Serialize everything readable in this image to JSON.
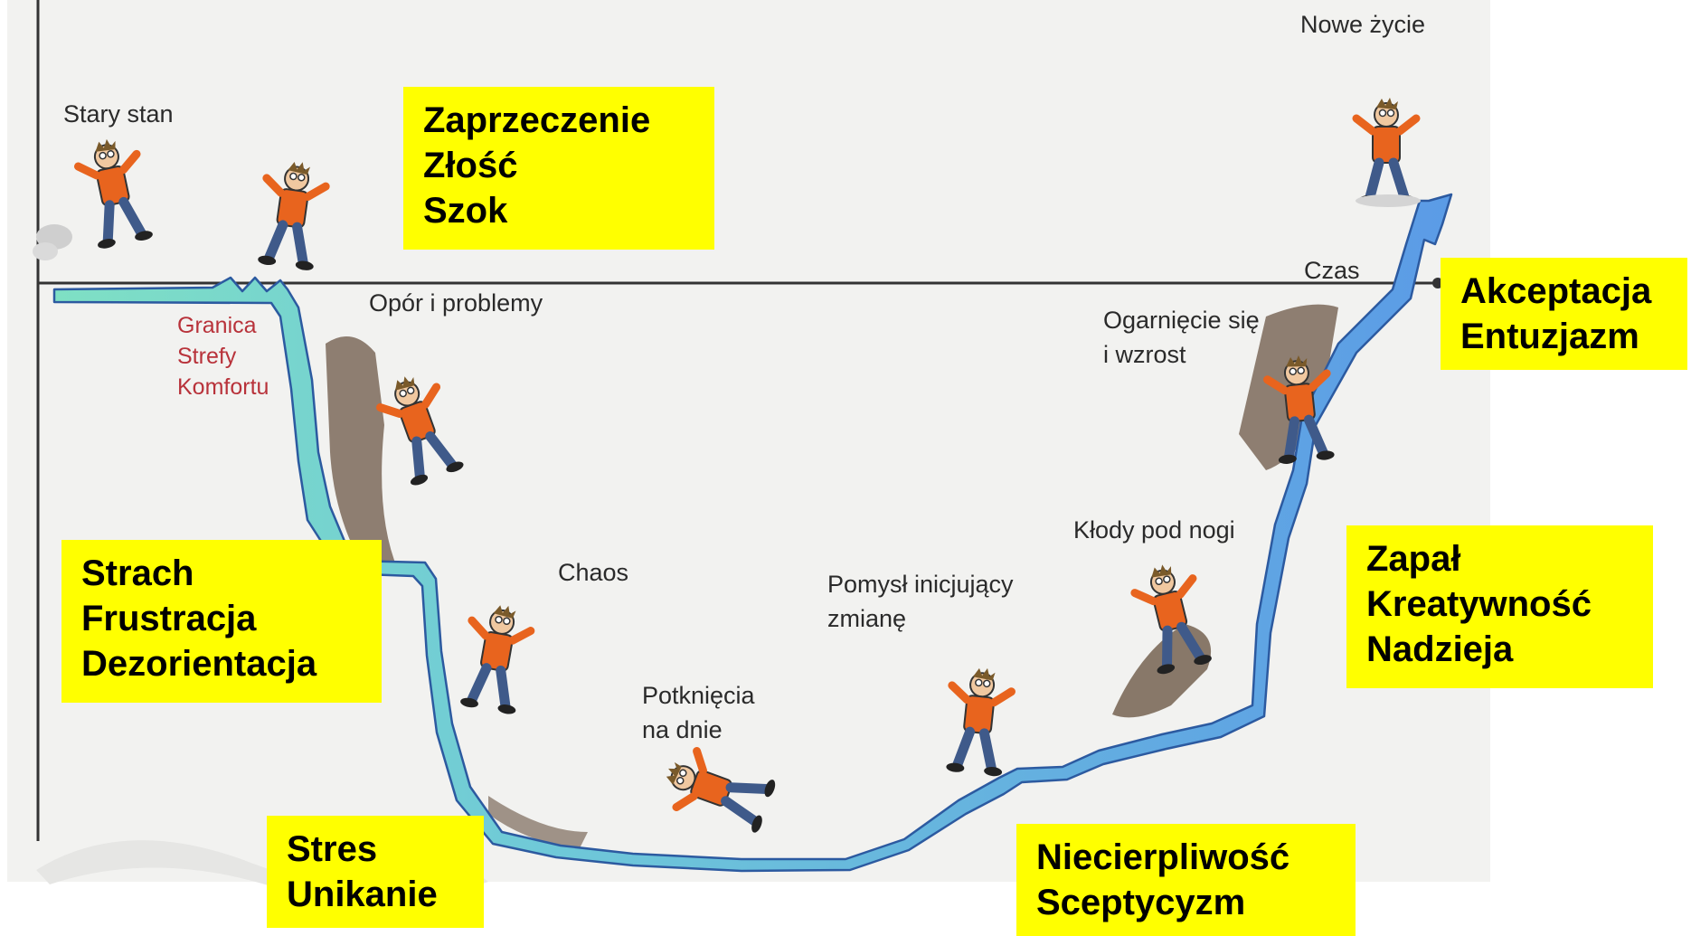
{
  "labels": {
    "stary_stan": "Stary stan",
    "nowe_zycie": "Nowe życie",
    "czas": "Czas",
    "opor": "Opór i problemy",
    "granica": [
      "Granica",
      "Strefy",
      "Komfortu"
    ],
    "ogarniecie": [
      "Ogarnięcie się",
      "i wzrost"
    ],
    "chaos": "Chaos",
    "klody": "Kłody pod nogi",
    "pomysl": [
      "Pomysł inicjujący",
      "zmianę"
    ],
    "potkniecia": [
      "Potknięcia",
      "na dnie"
    ]
  },
  "boxes": {
    "shock": [
      "Zaprzeczenie",
      "Złość",
      "Szok"
    ],
    "fear": [
      "Strach",
      "Frustracja",
      "Dezorientacja"
    ],
    "stress": [
      "Stres",
      "Unikanie"
    ],
    "impatience": [
      "Niecierpliwość",
      "Sceptycyzm"
    ],
    "zeal": [
      "Zapał",
      "Kreatywność",
      "Nadzieja"
    ],
    "acceptance": [
      "Akceptacja",
      "Entuzjazm"
    ]
  },
  "colors": {
    "highlight": "#ffff00",
    "curve_start": "#7fe0c4",
    "curve_end": "#5b9be6",
    "figure_shirt": "#e8641e",
    "figure_pants": "#3f5a8a",
    "comfort_label": "#b8323a"
  }
}
